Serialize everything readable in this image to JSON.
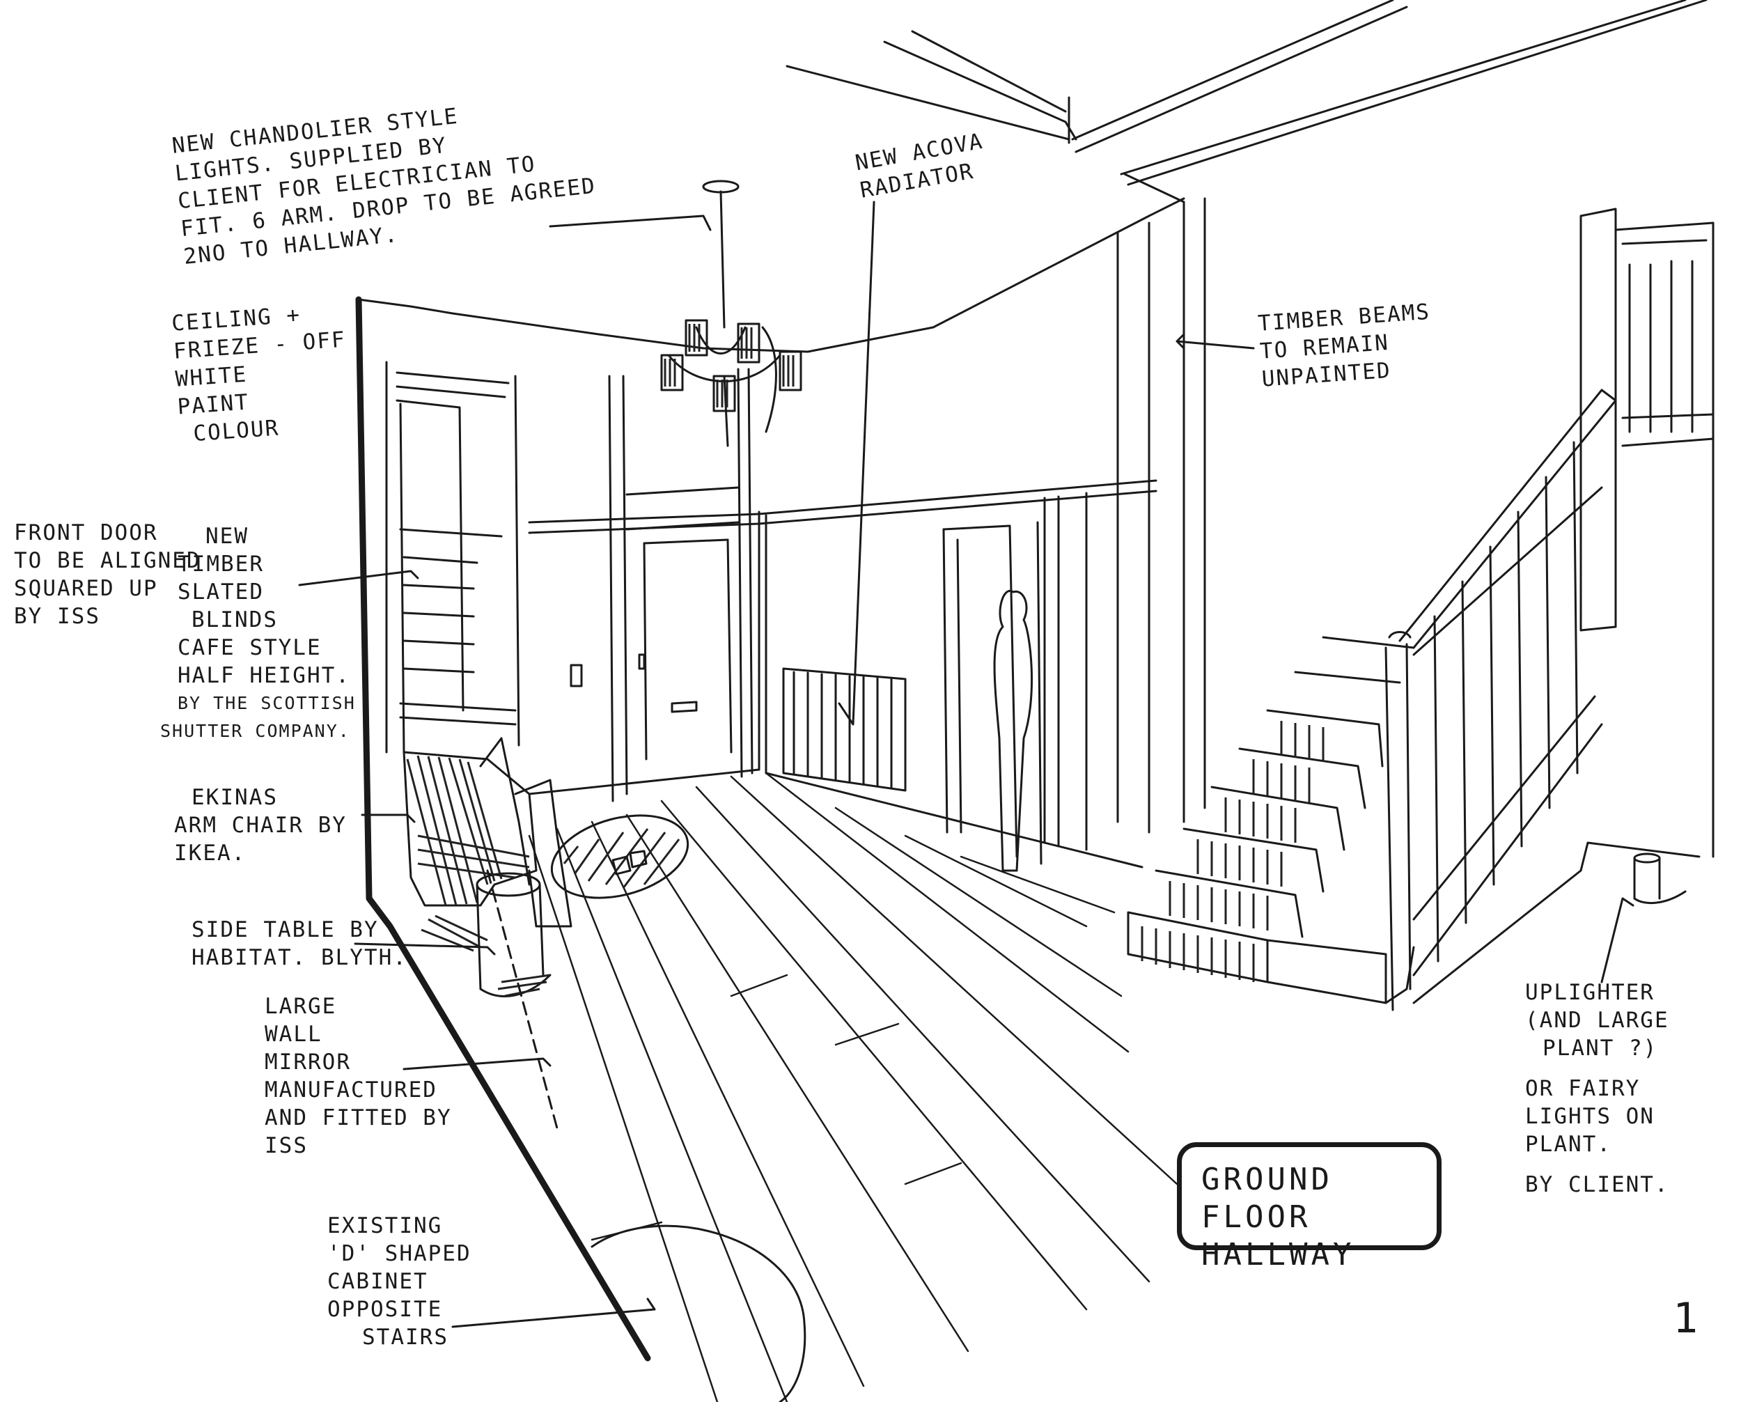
{
  "title_box": {
    "lines": [
      "GROUND FLOOR",
      "HALLWAY"
    ]
  },
  "page_number": "1",
  "annotations": {
    "chandelier": [
      "NEW CHANDOLIER STYLE",
      "LIGHTS. SUPPLIED BY",
      "CLIENT FOR ELECTRICIAN TO",
      "FIT. 6 ARM. DROP TO BE AGREED",
      "2NO TO HALLWAY."
    ],
    "radiator": [
      "NEW ACOVA",
      "RADIATOR"
    ],
    "ceiling": [
      "CEILING +",
      "FRIEZE - OFF",
      "WHITE",
      "PAINT",
      "COLOUR"
    ],
    "timber_beams": [
      "TIMBER BEAMS",
      "TO REMAIN",
      "UNPAINTED"
    ],
    "front_door": [
      "FRONT DOOR",
      "TO BE ALIGNED",
      "SQUARED UP",
      "BY ISS"
    ],
    "blinds": [
      "NEW",
      "TIMBER",
      "SLATED",
      "BLINDS",
      "CAFE STYLE",
      "HALF HEIGHT.",
      "BY THE SCOTTISH",
      "SHUTTER COMPANY."
    ],
    "armchair": [
      "EKINAS",
      "ARM CHAIR BY",
      "IKEA."
    ],
    "side_table": [
      "SIDE TABLE BY",
      "HABITAT. BLYTH."
    ],
    "mirror": [
      "LARGE",
      "WALL",
      "MIRROR",
      "MANUFACTURED",
      "AND FITTED BY",
      "ISS"
    ],
    "cabinet": [
      "EXISTING",
      "'D' SHAPED",
      "CABINET",
      "OPPOSITE",
      "STAIRS"
    ],
    "uplighter": [
      "UPLIGHTER",
      "(AND LARGE",
      "PLANT ?)",
      "OR FAIRY",
      "LIGHTS ON",
      "PLANT.",
      "BY CLIENT."
    ]
  }
}
